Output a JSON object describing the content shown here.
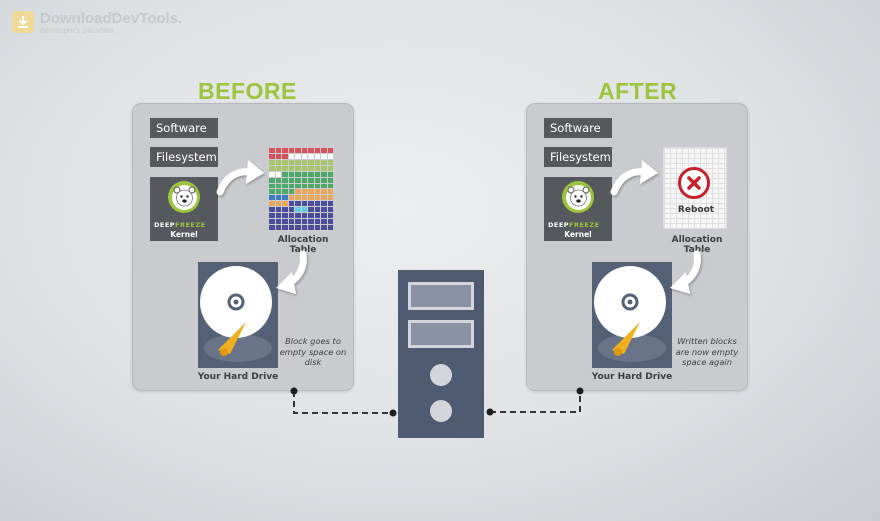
{
  "logo": {
    "title": "DownloadDevTools.",
    "subtitle": "developer's paradise"
  },
  "before": {
    "heading": "BEFORE",
    "software_label": "Software",
    "filesystem_label": "Filesystem",
    "kernel_brand_deep": "DEEP",
    "kernel_brand_freeze": "FREEZE",
    "kernel_label": "Kernel",
    "allocation_label": "Allocation Table",
    "hdd_label": "Your Hard Drive",
    "note": "Block goes to empty space on disk"
  },
  "after": {
    "heading": "AFTER",
    "software_label": "Software",
    "filesystem_label": "Filesystem",
    "kernel_brand_deep": "DEEP",
    "kernel_brand_freeze": "FREEZE",
    "kernel_label": "Kernel",
    "allocation_label": "Allocation Table",
    "reboot_label": "Reboot",
    "hdd_label": "Your Hard Drive",
    "note": "Written blocks are now empty space again"
  },
  "colors": {
    "heading": "#9cc43c",
    "block_red": "#d8525e",
    "block_light_green": "#a7c66e",
    "block_green": "#4ea86a",
    "block_orange": "#e8a75b",
    "block_blue": "#3b7cc4",
    "block_navy": "#4a4e9c",
    "block_cyan": "#5fd0e8",
    "hdd": "#546075",
    "tower": "#4f5b70"
  },
  "allocation_rows": [
    [
      "#d8525e",
      "#d8525e",
      "#d8525e",
      "#d8525e",
      "#d8525e",
      "#d8525e",
      "#d8525e",
      "#d8525e",
      "#d8525e",
      "#d8525e"
    ],
    [
      "#d8525e",
      "#d8525e",
      "#d8525e",
      "#ffffff",
      "#ffffff",
      "#ffffff",
      "#ffffff",
      "#ffffff",
      "#ffffff",
      "#ffffff"
    ],
    [
      "#a7c66e",
      "#a7c66e",
      "#a7c66e",
      "#a7c66e",
      "#a7c66e",
      "#a7c66e",
      "#a7c66e",
      "#a7c66e",
      "#a7c66e",
      "#a7c66e"
    ],
    [
      "#a7c66e",
      "#a7c66e",
      "#a7c66e",
      "#a7c66e",
      "#a7c66e",
      "#a7c66e",
      "#a7c66e",
      "#a7c66e",
      "#a7c66e",
      "#a7c66e"
    ],
    [
      "#ffffff",
      "#ffffff",
      "#4ea86a",
      "#4ea86a",
      "#4ea86a",
      "#4ea86a",
      "#4ea86a",
      "#4ea86a",
      "#4ea86a",
      "#4ea86a"
    ],
    [
      "#4ea86a",
      "#4ea86a",
      "#4ea86a",
      "#4ea86a",
      "#4ea86a",
      "#4ea86a",
      "#4ea86a",
      "#4ea86a",
      "#4ea86a",
      "#4ea86a"
    ],
    [
      "#4ea86a",
      "#4ea86a",
      "#4ea86a",
      "#4ea86a",
      "#4ea86a",
      "#4ea86a",
      "#4ea86a",
      "#4ea86a",
      "#4ea86a",
      "#4ea86a"
    ],
    [
      "#4ea86a",
      "#4ea86a",
      "#4ea86a",
      "#4ea86a",
      "#e8a75b",
      "#e8a75b",
      "#e8a75b",
      "#e8a75b",
      "#e8a75b",
      "#e8a75b"
    ],
    [
      "#3b7cc4",
      "#3b7cc4",
      "#3b7cc4",
      "#e8a75b",
      "#e8a75b",
      "#e8a75b",
      "#e8a75b",
      "#e8a75b",
      "#e8a75b",
      "#e8a75b"
    ],
    [
      "#e8a75b",
      "#e8a75b",
      "#e8a75b",
      "#4a4e9c",
      "#4a4e9c",
      "#4a4e9c",
      "#4a4e9c",
      "#4a4e9c",
      "#4a4e9c",
      "#4a4e9c"
    ],
    [
      "#4a4e9c",
      "#4a4e9c",
      "#4a4e9c",
      "#4a4e9c",
      "#5fd0e8",
      "#5fd0e8",
      "#4a4e9c",
      "#4a4e9c",
      "#4a4e9c",
      "#4a4e9c"
    ],
    [
      "#4a4e9c",
      "#4a4e9c",
      "#4a4e9c",
      "#4a4e9c",
      "#4a4e9c",
      "#4a4e9c",
      "#4a4e9c",
      "#4a4e9c",
      "#4a4e9c",
      "#4a4e9c"
    ],
    [
      "#4a4e9c",
      "#4a4e9c",
      "#4a4e9c",
      "#4a4e9c",
      "#4a4e9c",
      "#4a4e9c",
      "#4a4e9c",
      "#4a4e9c",
      "#4a4e9c",
      "#4a4e9c"
    ],
    [
      "#4a4e9c",
      "#4a4e9c",
      "#4a4e9c",
      "#4a4e9c",
      "#4a4e9c",
      "#4a4e9c",
      "#4a4e9c",
      "#4a4e9c",
      "#4a4e9c",
      "#4a4e9c"
    ]
  ]
}
